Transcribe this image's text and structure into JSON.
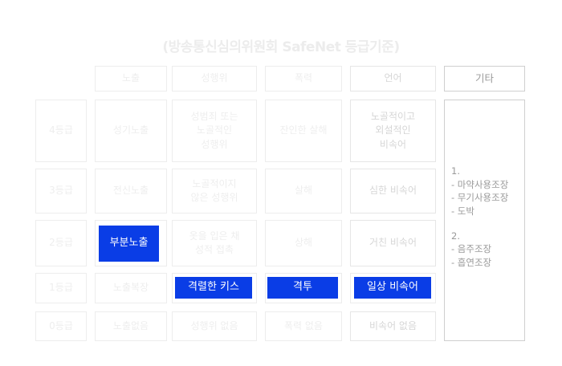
{
  "title": "(방송통신심의위원회 SafeNet 등급기준)",
  "headers": {
    "exposure": "노출",
    "sexual": "성행위",
    "violence": "폭력",
    "language": "언어",
    "etc": "기타"
  },
  "grades": {
    "g4": "4등급",
    "g3": "3등급",
    "g2": "2등급",
    "g1": "1등급",
    "g0": "0등급"
  },
  "rows": {
    "g4": {
      "exposure": "성기노출",
      "sexual": "성범죄 또는\n노골적인\n성행위",
      "violence": "잔인한 살해",
      "language": "노골적이고\n외설적인\n비속어"
    },
    "g3": {
      "exposure": "전신노출",
      "sexual": "노골적이지\n않은 성행위",
      "violence": "살해",
      "language": "심한 비속어"
    },
    "g2": {
      "exposure": "부분노출",
      "sexual": "옷을 입은 채\n성적 접촉",
      "violence": "상해",
      "language": "거친 비속어"
    },
    "g1": {
      "exposure": "노출복장",
      "sexual": "격렬한 키스",
      "violence": "격투",
      "language": "일상 비속어"
    },
    "g0": {
      "exposure": "노출없음",
      "sexual": "성행위 없음",
      "violence": "폭력 없음",
      "language": "비속어 없음"
    }
  },
  "etc": {
    "group1_number": "1.",
    "group1_items": [
      "- 마약사용조장",
      "- 무기사용조장",
      "- 도박"
    ],
    "group2_number": "2.",
    "group2_items": [
      "- 음주조장",
      "- 흡연조장"
    ]
  },
  "colors": {
    "highlight": "#0a3de6",
    "highlight_text": "#ffffff",
    "faded_text": "#e4e4e4",
    "emphasis_text": "#9a9a9a"
  }
}
